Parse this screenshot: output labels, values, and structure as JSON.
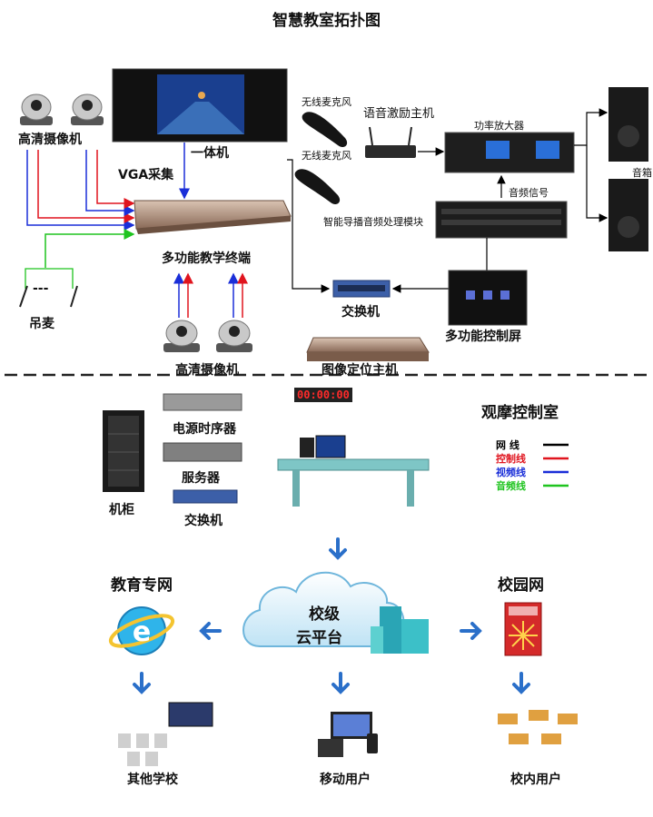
{
  "title": "智慧教室拓扑图",
  "top": {
    "hd_camera_top": "高清摄像机",
    "all_in_one": "一体机",
    "vga_capture": "VGA采集",
    "wireless_mic_1": "无线麦克风",
    "wireless_mic_2": "无线麦克风",
    "voice_exciter": "语音激励主机",
    "power_amplifier": "功率放大器",
    "speaker": "音箱",
    "audio_signal": "音频信号",
    "audio_module": "智能导播音频处理模块",
    "teaching_terminal": "多功能教学终端",
    "hanging_mic": "吊麦",
    "mic_dots": "---",
    "switch_top": "交换机",
    "control_screen": "多功能控制屏",
    "hd_camera_bottom": "高清摄像机",
    "positioning_host": "图像定位主机",
    "clock": "00:00:00"
  },
  "observation": {
    "title": "观摩控制室",
    "cabinet": "机柜",
    "power_sequencer": "电源时序器",
    "server": "服务器",
    "switch": "交换机",
    "legend": [
      {
        "label": "网 线",
        "color": "#000000"
      },
      {
        "label": "控制线",
        "color": "#e0141e"
      },
      {
        "label": "视频线",
        "color": "#1a2ed8"
      },
      {
        "label": "音频线",
        "color": "#1fc41f"
      }
    ]
  },
  "cloud": {
    "education_network": "教育专网",
    "cloud_platform_line1": "校级",
    "cloud_platform_line2": "云平台",
    "campus_network": "校园网",
    "other_schools": "其他学校",
    "mobile_users": "移动用户",
    "campus_users": "校内用户"
  },
  "colors": {
    "network": "#000000",
    "control": "#e0141e",
    "video": "#1a2ed8",
    "audio": "#1fc41f",
    "arrow_blue": "#2a6fc9",
    "legend_title": "#e0141e"
  }
}
